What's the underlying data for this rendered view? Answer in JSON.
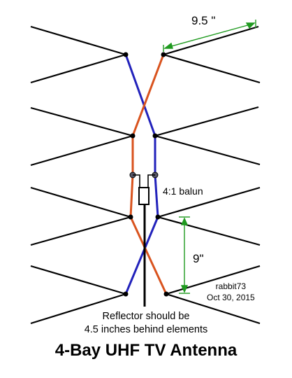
{
  "labels": {
    "element_length": "9.5 \"",
    "bay_spacing": "9\"",
    "balun": "4:1 balun",
    "author": "rabbit73",
    "date": "Oct 30, 2015",
    "note_line1": "Reflector should be",
    "note_line2": "4.5 inches behind elements",
    "title": "4-Bay UHF TV Antenna"
  },
  "colors": {
    "element": "#000000",
    "phasing_a": "#2222bb",
    "phasing_b": "#d9531e",
    "dimension": "#1f9a1f",
    "balun_body": "#ffffff"
  }
}
